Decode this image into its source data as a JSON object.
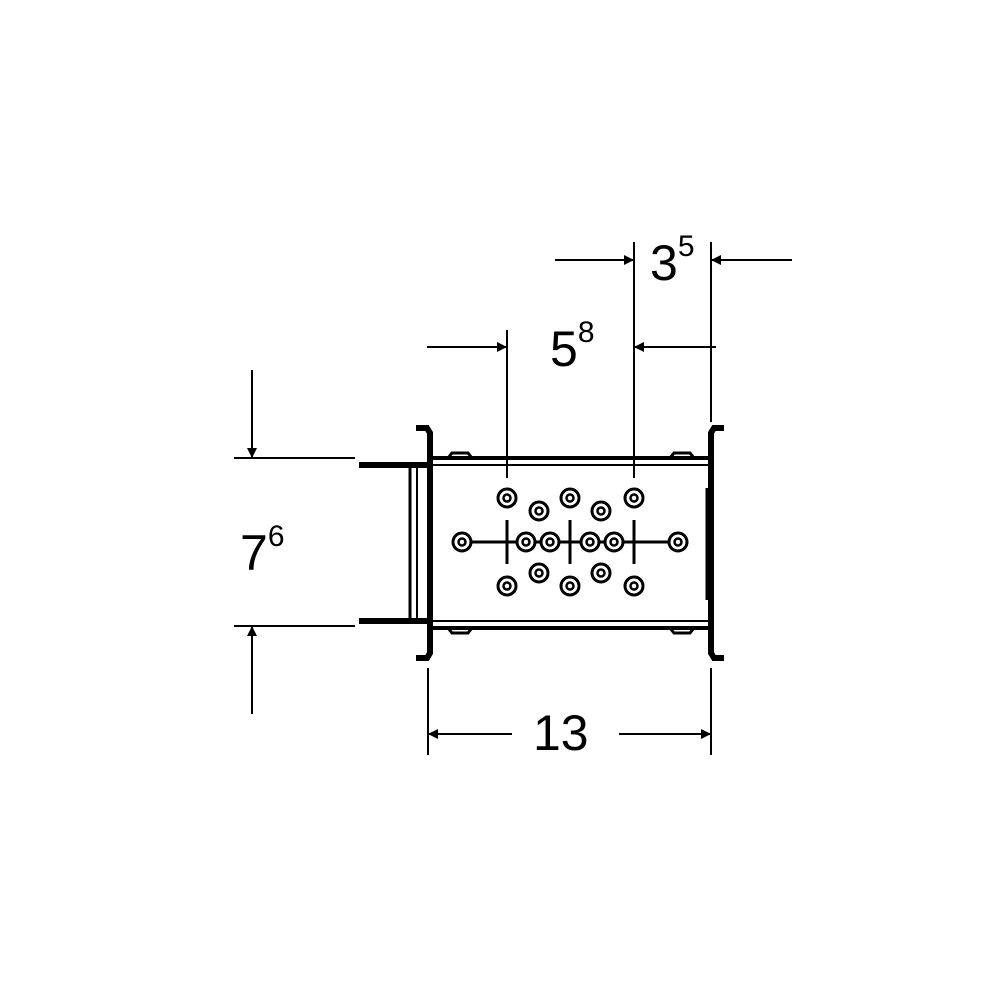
{
  "colors": {
    "line": "#000000",
    "background": "#ffffff"
  },
  "dimensions": {
    "top_offset": {
      "main": "3",
      "sup": "5"
    },
    "hole_spacing": {
      "main": "5",
      "sup": "8"
    },
    "height": {
      "main": "7",
      "sup": "6"
    },
    "width": {
      "main": "13",
      "sup": ""
    }
  }
}
